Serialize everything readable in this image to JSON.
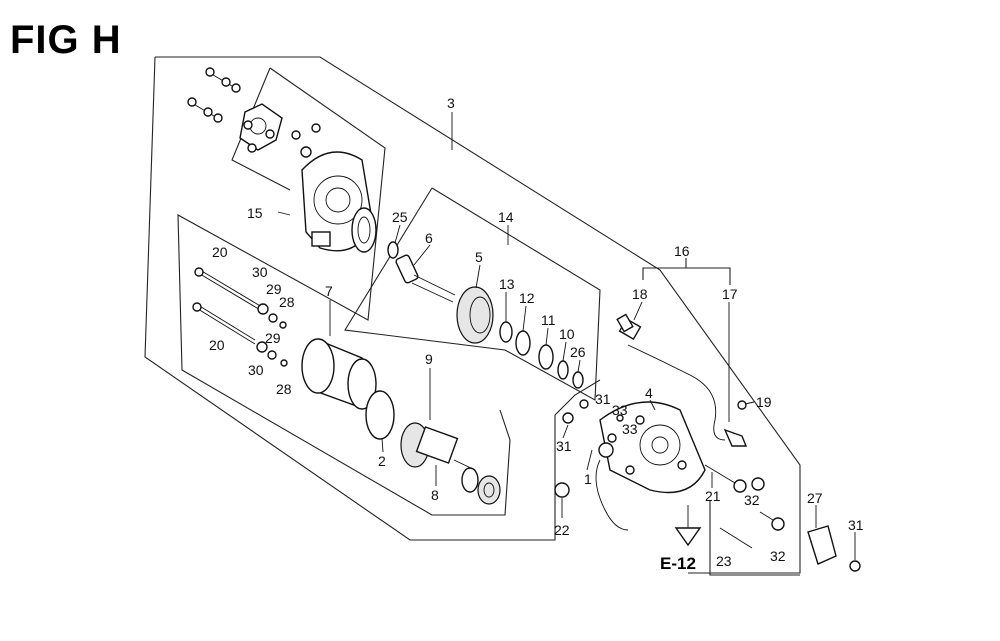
{
  "figure": {
    "title": "FIG H",
    "reference": "E-12"
  },
  "callouts": [
    {
      "id": "c3",
      "label": "3"
    },
    {
      "id": "c14",
      "label": "14"
    },
    {
      "id": "c15",
      "label": "15"
    },
    {
      "id": "c25",
      "label": "25"
    },
    {
      "id": "c6",
      "label": "6"
    },
    {
      "id": "c5",
      "label": "5"
    },
    {
      "id": "c13",
      "label": "13"
    },
    {
      "id": "c12",
      "label": "12"
    },
    {
      "id": "c11",
      "label": "11"
    },
    {
      "id": "c10",
      "label": "10"
    },
    {
      "id": "c26",
      "label": "26"
    },
    {
      "id": "c16",
      "label": "16"
    },
    {
      "id": "c18",
      "label": "18"
    },
    {
      "id": "c17",
      "label": "17"
    },
    {
      "id": "c19",
      "label": "19"
    },
    {
      "id": "c20a",
      "label": "20"
    },
    {
      "id": "c30a",
      "label": "30"
    },
    {
      "id": "c29a",
      "label": "29"
    },
    {
      "id": "c28a",
      "label": "28"
    },
    {
      "id": "c20b",
      "label": "20"
    },
    {
      "id": "c29b",
      "label": "29"
    },
    {
      "id": "c30b",
      "label": "30"
    },
    {
      "id": "c28b",
      "label": "28"
    },
    {
      "id": "c7",
      "label": "7"
    },
    {
      "id": "c9",
      "label": "9"
    },
    {
      "id": "c2",
      "label": "2"
    },
    {
      "id": "c8",
      "label": "8"
    },
    {
      "id": "c4",
      "label": "4"
    },
    {
      "id": "c31a",
      "label": "31"
    },
    {
      "id": "c33a",
      "label": "33"
    },
    {
      "id": "c33b",
      "label": "33"
    },
    {
      "id": "c31b",
      "label": "31"
    },
    {
      "id": "c1",
      "label": "1"
    },
    {
      "id": "c22",
      "label": "22"
    },
    {
      "id": "c21",
      "label": "21"
    },
    {
      "id": "c32a",
      "label": "32"
    },
    {
      "id": "c27",
      "label": "27"
    },
    {
      "id": "c31c",
      "label": "31"
    },
    {
      "id": "c23",
      "label": "23"
    },
    {
      "id": "c32b",
      "label": "32"
    }
  ]
}
